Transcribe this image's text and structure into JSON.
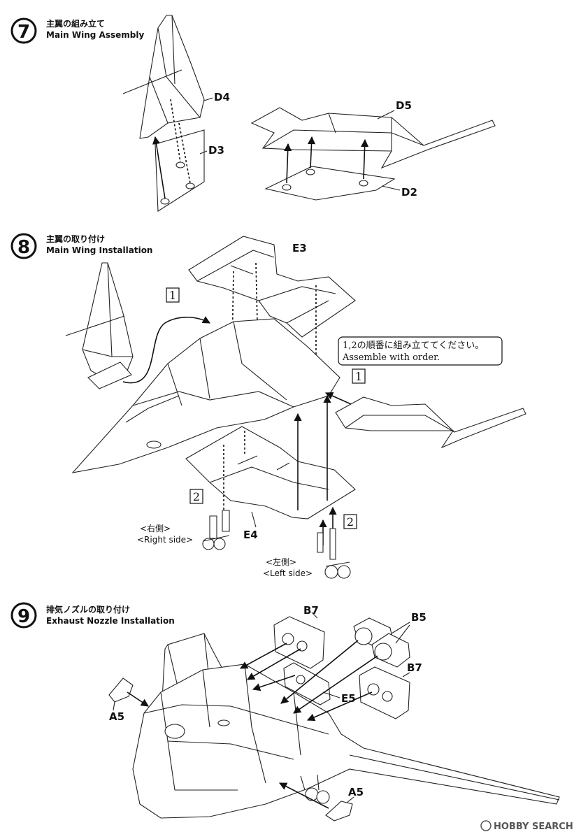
{
  "steps": [
    {
      "number": "7",
      "title_jp": "主翼の組み立て",
      "title_en": "Main Wing Assembly"
    },
    {
      "number": "8",
      "title_jp": "主翼の取り付け",
      "title_en": "Main Wing Installation"
    },
    {
      "number": "9",
      "title_jp": "排気ノズルの取り付け",
      "title_en": "Exhaust Nozzle Installation"
    }
  ],
  "parts": {
    "d4": "D4",
    "d3": "D3",
    "d5": "D5",
    "d2": "D2",
    "e3": "E3",
    "e4": "E4",
    "e5": "E5",
    "b7_top": "B7",
    "b5": "B5",
    "b7_right": "B7",
    "a5_left": "A5",
    "a5_bottom": "A5"
  },
  "order_marks": {
    "one_left": "1",
    "one_right": "1",
    "two_left": "2",
    "two_right": "2"
  },
  "note": {
    "jp": "1,2の順番に組み立ててください。",
    "en": "Assemble with order."
  },
  "sides": {
    "right_jp": "<右側>",
    "right_en": "<Right side>",
    "left_jp": "<左側>",
    "left_en": "<Left side>"
  },
  "watermark": "HOBBY SEARCH",
  "colors": {
    "ink": "#111111",
    "paper": "#ffffff"
  }
}
